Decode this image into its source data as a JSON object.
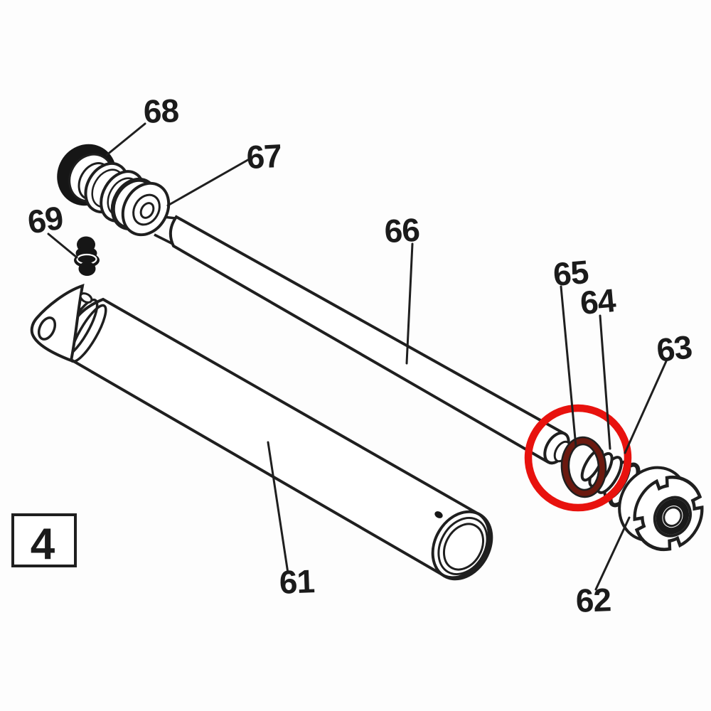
{
  "diagram": {
    "sheet_number": "4",
    "callouts": [
      "61",
      "62",
      "63",
      "64",
      "65",
      "66",
      "67",
      "68",
      "69"
    ]
  },
  "colors": {
    "highlight_circle": "#e8120e",
    "o_ring": "#6b190f",
    "line": "#1f1f1f",
    "background": "#fdfdfd"
  }
}
